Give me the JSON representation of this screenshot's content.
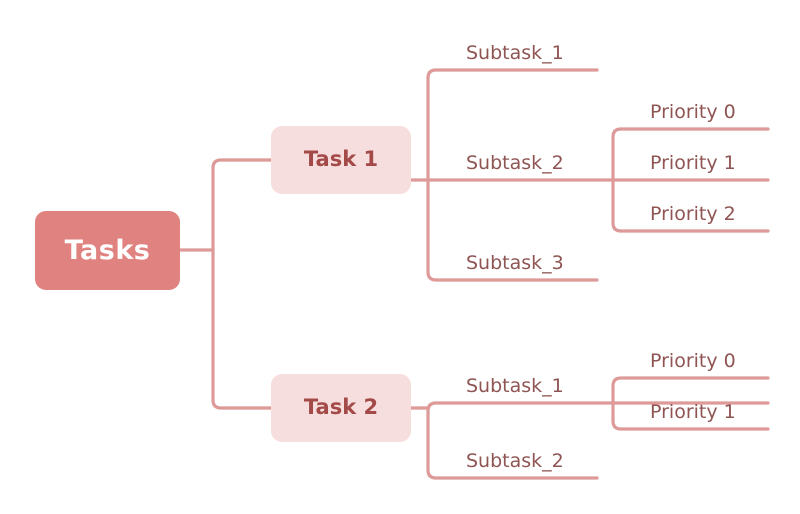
{
  "diagram": {
    "type": "mind-map-tree",
    "orientation": "left-to-right",
    "background_color": "#ffffff",
    "colors": {
      "root_fill": "#df8280",
      "root_text": "#ffffff",
      "branch_fill": "#f7dede",
      "branch_text": "#a34a48",
      "leaf_text": "#8e5553",
      "connector": "#dd9a98"
    },
    "root": {
      "label": "Tasks"
    },
    "branches": [
      {
        "label": "Task 1",
        "children": [
          {
            "label": "Subtask_1",
            "children": []
          },
          {
            "label": "Subtask_2",
            "children": [
              {
                "label": "Priority 0"
              },
              {
                "label": "Priority 1"
              },
              {
                "label": "Priority 2"
              }
            ]
          },
          {
            "label": "Subtask_3",
            "children": []
          }
        ]
      },
      {
        "label": "Task 2",
        "children": [
          {
            "label": "Subtask_1",
            "children": [
              {
                "label": "Priority 0"
              },
              {
                "label": "Priority 1"
              }
            ]
          },
          {
            "label": "Subtask_2",
            "children": []
          }
        ]
      }
    ]
  }
}
